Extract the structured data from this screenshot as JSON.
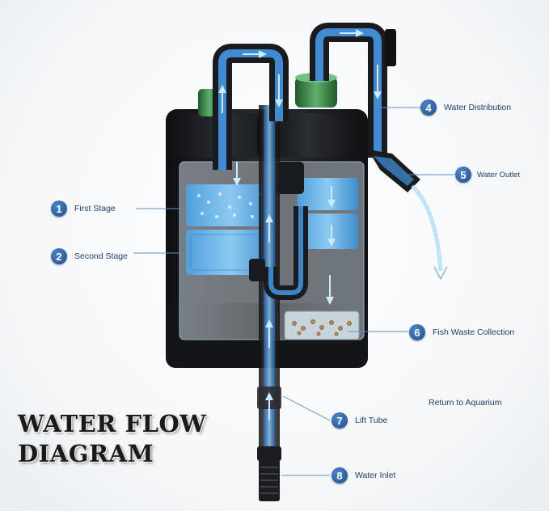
{
  "title": {
    "line1": "WATER FLOW",
    "line2": "DIAGRAM"
  },
  "labels": [
    {
      "number": "1",
      "text": "First Stage"
    },
    {
      "number": "2",
      "text": "Second Stage"
    },
    {
      "number": "4",
      "text": "Water Distribution"
    },
    {
      "number": "5",
      "text": "Water Outlet"
    },
    {
      "number": "6",
      "text": "Fish Waste Collection"
    },
    {
      "number": "7",
      "text": "Lift Tube"
    },
    {
      "number": "8",
      "text": "Water Inlet"
    }
  ],
  "return_label": "Return to Aquarium",
  "colors": {
    "badge": "#2a5fa3",
    "label_text": "#1e3f6e",
    "flow_blue": "#3aa0ff",
    "housing": "#1b1d20",
    "media": "#6fb4e6",
    "knob": "#3c8a4a"
  }
}
